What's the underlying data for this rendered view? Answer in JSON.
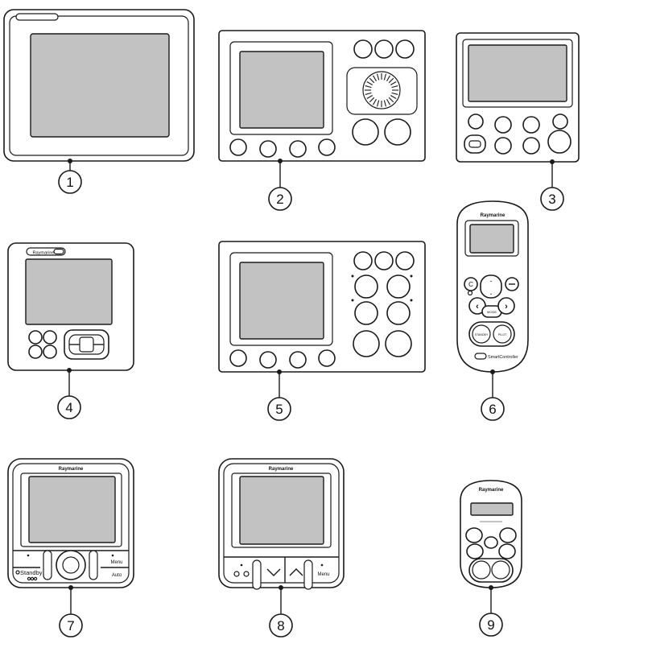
{
  "callouts": [
    "1",
    "2",
    "3",
    "4",
    "5",
    "6",
    "7",
    "8",
    "9"
  ],
  "brand": {
    "raymarine": "Raymarine",
    "raymarine_logo": "Raymarine",
    "smartcontroller": "SmartController"
  },
  "keys": {
    "mode": "MODE",
    "standby": "STANDBY",
    "pilot": "PILOT",
    "c": "C",
    "standby_alt": "Standby",
    "menu": "Menu",
    "auto": "Auto"
  },
  "colors": {
    "screen": "#c2c2c2",
    "outline": "#1a1a1a",
    "background": "#ffffff"
  }
}
